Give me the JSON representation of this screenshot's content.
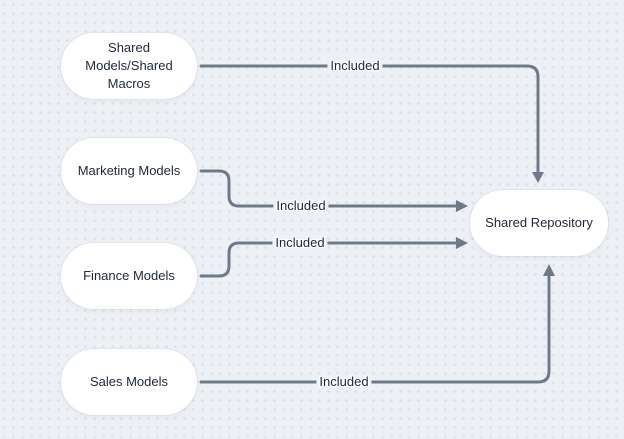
{
  "diagram": {
    "background_color": "#edf1f5",
    "dot_color": "#d5dae1",
    "edge_color": "#6e7a89",
    "node_fill_color": "#ffffff",
    "text_color": "#1d2836",
    "nodes": [
      {
        "id": "shared-models-shared-macros",
        "label": "Shared\nModels/Shared\nMacros"
      },
      {
        "id": "marketing-models",
        "label": "Marketing Models"
      },
      {
        "id": "finance-models",
        "label": "Finance Models"
      },
      {
        "id": "sales-models",
        "label": "Sales Models"
      },
      {
        "id": "shared-repository",
        "label": "Shared Repository"
      }
    ],
    "edges": [
      {
        "from": "shared-models-shared-macros",
        "to": "shared-repository",
        "label": "Included"
      },
      {
        "from": "marketing-models",
        "to": "shared-repository",
        "label": "Included"
      },
      {
        "from": "finance-models",
        "to": "shared-repository",
        "label": "Included"
      },
      {
        "from": "sales-models",
        "to": "shared-repository",
        "label": "Included"
      }
    ]
  }
}
